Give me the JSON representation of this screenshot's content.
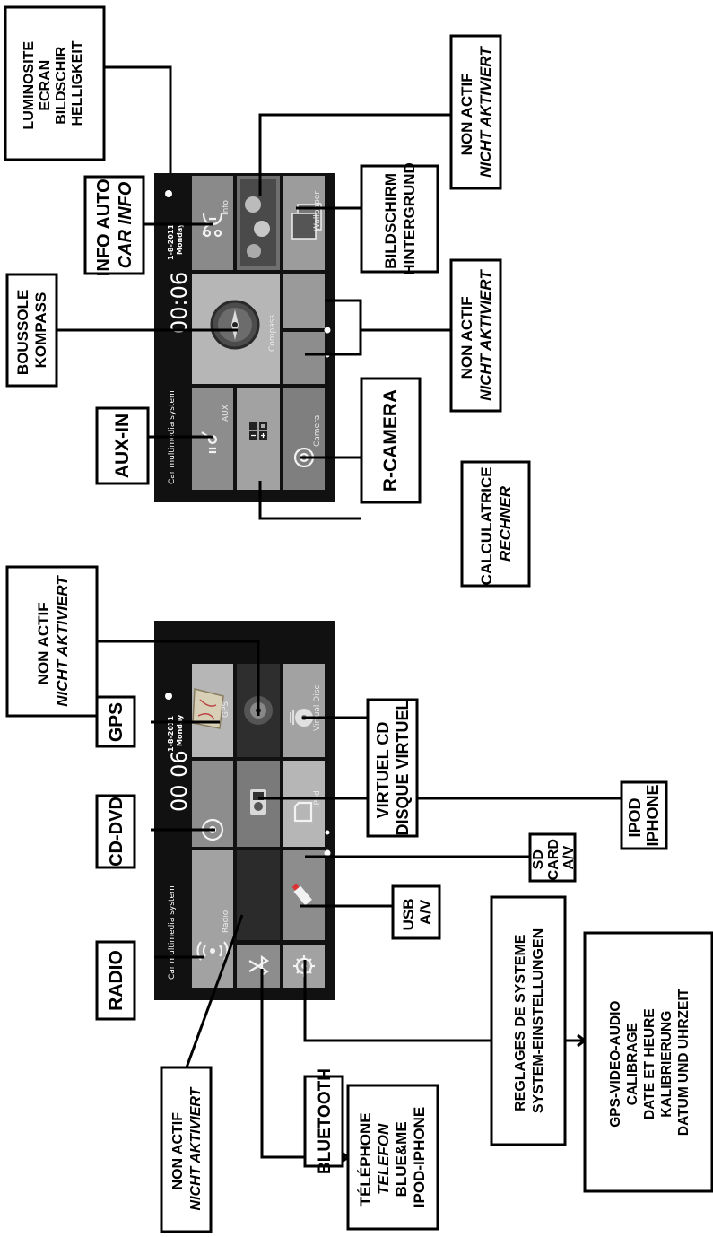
{
  "screen1": {
    "header": "Car multimedia system",
    "time": "00 06",
    "date": "1-8-2011",
    "day": "Monday",
    "tiles": {
      "radio": "Radio",
      "gps": "GPS",
      "ipod": "iPod",
      "virtual_disc": "Virtual Disc"
    }
  },
  "screen2": {
    "header": "Car multimedia system",
    "time": "00:06",
    "date": "1-8-2011",
    "day": "Monday",
    "tiles": {
      "aux": "AUX",
      "compass": "Compass",
      "info": "Info",
      "camera": "Camera",
      "wallpaper": "Wallpaper"
    }
  },
  "callouts": {
    "radio": [
      "RADIO"
    ],
    "cd_dvd": [
      "CD-DVD"
    ],
    "gps": [
      "GPS"
    ],
    "inactive_top": [
      "NON ACTIF",
      "NICHT AKTIVIERT"
    ],
    "virtual_cd": [
      "VIRTUEL CD",
      "DISQUE VIRTUEL"
    ],
    "ipod": [
      "IPOD",
      "IPHONE"
    ],
    "sd": [
      "SD",
      "CARD",
      "A/V"
    ],
    "usb": [
      "USB",
      "A/V"
    ],
    "settings": [
      "REGLAGES DE SYSTEME",
      "SYSTEM-EINSTELLUNGEN"
    ],
    "settings_detail": [
      "GPS-VIDEO-AUDIO",
      "CALIBRAGE",
      "DATE ET HEURE",
      "KALIBRIERUNG",
      "DATUM UND UHRZEIT"
    ],
    "inactive_left": [
      "NON ACTIF",
      "NICHT AKTIVIERT"
    ],
    "bluetooth": [
      "BLUETOOTH"
    ],
    "phone": [
      "TÉLÉPHONE",
      "TELEFON",
      "BLUE&ME",
      "IPOD-IPHONE"
    ],
    "aux_in": [
      "AUX-IN"
    ],
    "compass": [
      "BOUSSOLE",
      "KOMPASS"
    ],
    "car_info": [
      "INFO AUTO",
      "CAR INFO"
    ],
    "brightness": [
      "LUMINOSITE",
      "ECRAN",
      "BILDSCHIR",
      "HELLIGKEIT"
    ],
    "inactive_right": [
      "NON ACTIF",
      "NICHT AKTIVIERT"
    ],
    "wallpaper": [
      "BILDSCHIRM",
      "HINTERGRUND"
    ],
    "inactive_mid": [
      "NON ACTIF",
      "NICHT AKTIVIERT"
    ],
    "r_camera": [
      "R-CAMERA"
    ],
    "calculator": [
      "CALCULATRICE",
      "RECHNER"
    ]
  }
}
